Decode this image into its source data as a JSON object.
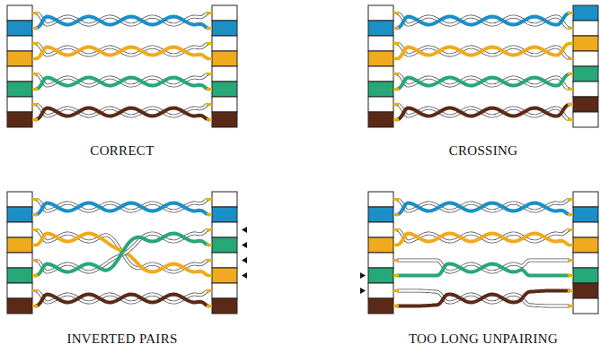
{
  "diagram": {
    "labels": [
      "CORRECT",
      "CROSSING",
      "INVERTED PAIRS",
      "TOO LONG UNPAIRING"
    ]
  }
}
